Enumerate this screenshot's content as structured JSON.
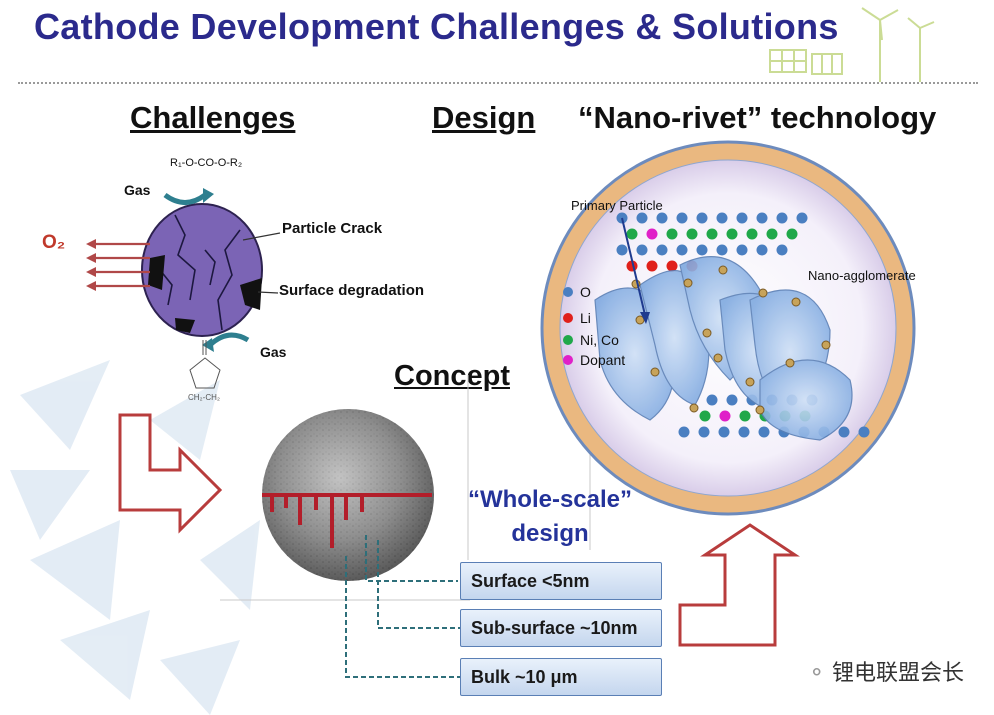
{
  "title": "Cathode Development Challenges & Solutions",
  "headings": {
    "challenges": "Challenges",
    "design": "Design",
    "nano_rivet": "“Nano-rivet” technology",
    "concept": "Concept"
  },
  "challenges_diagram": {
    "formula": "R₁-O-CO-O-R₂",
    "gas_top": "Gas",
    "gas_bottom": "Gas",
    "o2": "O₂",
    "particle_crack": "Particle Crack",
    "surface_degradation": "Surface degradation",
    "ring_label": "CH₂-CH₂"
  },
  "nano_diagram": {
    "primary_particle": "Primary Particle",
    "nano_agglomerate": "Nano-agglomerate",
    "legend": [
      {
        "label": "O",
        "color": "#4a7fc1"
      },
      {
        "label": "Li",
        "color": "#e0201b"
      },
      {
        "label": "Ni, Co",
        "color": "#20a84a"
      },
      {
        "label": "Dopant",
        "color": "#e020c8"
      }
    ]
  },
  "whole_scale": [
    "“Whole-scale”",
    "design"
  ],
  "layers": {
    "surface": "Surface  <5nm",
    "sub_surface": "Sub-surface  ~10nm",
    "bulk": "Bulk ~10 μm"
  },
  "watermark": "锂电联盟会长",
  "colors": {
    "title": "#2b2a8c",
    "arrow_red": "#b83c3c",
    "particle_purple": "#7b64b5"
  }
}
